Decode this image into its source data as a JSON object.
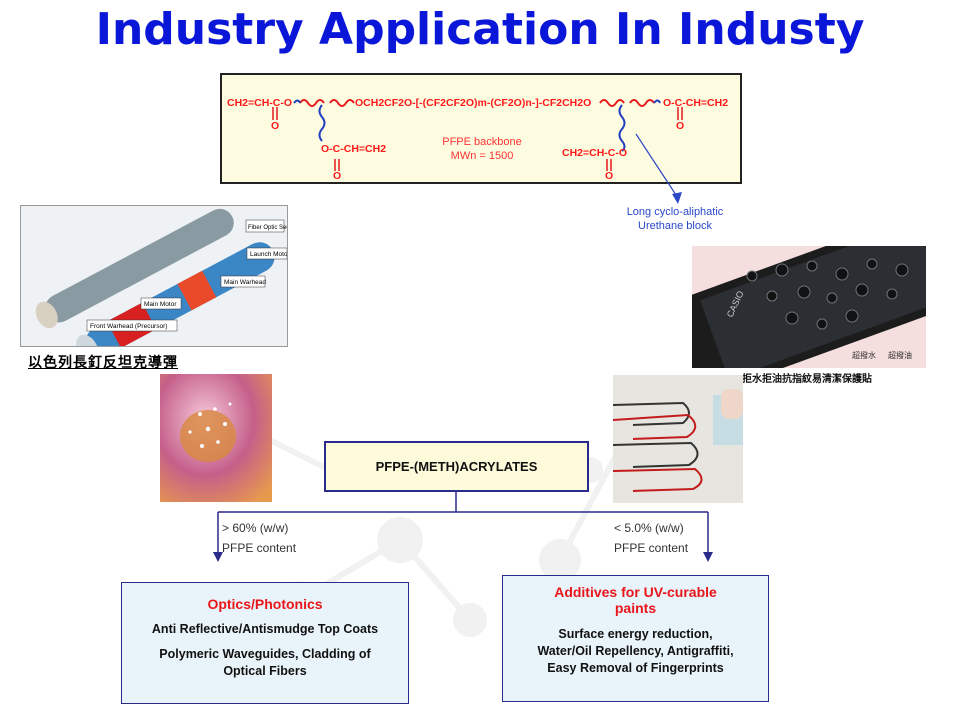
{
  "title": "Industry Application In Industy",
  "chem": {
    "left_group": "CH2=CH-C-O",
    "middle": "OCH2CF2O-[-(CF2CF2O)m-(CF2O)n-]-CF2CH2O",
    "right_group": "O-C-CH=CH2",
    "bottom_left_group": "O-C-CH=CH2",
    "bottom_right_group": "CH2=CH-C-O",
    "carbonyl": "O",
    "backbone_line1": "PFPE backbone",
    "backbone_line2": "MWn = 1500",
    "note_line1": "Long cyclo-aliphatic",
    "note_line2": "Urethane block"
  },
  "missile": {
    "labels": [
      "Fiber Optic Section",
      "Launch Motor",
      "Main Warhead",
      "Main Motor",
      "Front Warhead (Precursor)"
    ],
    "caption": "以色列長釘反坦克導彈"
  },
  "phone": {
    "brand": "CASIO",
    "badge1": "超撥水",
    "badge2": "超撥油",
    "caption": "拒水拒油抗指紋易清潔保護貼"
  },
  "center": {
    "label": "PFPE-(METH)ACRYLATES"
  },
  "left_branch": {
    "line1": "> 60% (w/w)",
    "line2": "PFPE content"
  },
  "right_branch": {
    "line1": "< 5.0% (w/w)",
    "line2": "PFPE content"
  },
  "optics_box": {
    "heading": "Optics/Photonics",
    "line1": "Anti Reflective/Antismudge Top Coats",
    "line2": "Polymeric Waveguides, Cladding of",
    "line3": "Optical Fibers"
  },
  "additives_box": {
    "heading1": "Additives for UV-curable",
    "heading2": "paints",
    "line1": "Surface energy reduction,",
    "line2": "Water/Oil Repellency, Antigraffiti,",
    "line3": "Easy Removal of Fingerprints"
  },
  "colors": {
    "title": "#0a16d8",
    "accent_red": "#e8161a",
    "box_blue": "#e9f4fa",
    "box_yellow": "#fdfbda"
  }
}
